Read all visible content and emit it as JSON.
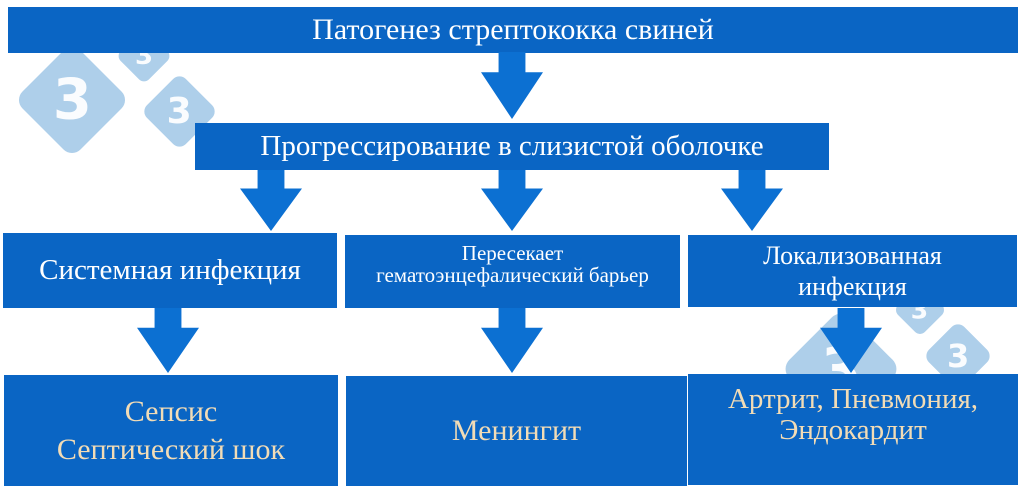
{
  "diagram": {
    "title": "Патогенез стрептококка свиней",
    "level2": "Прогрессирование в слизистой оболочке",
    "mid_left": "Системная инфекция",
    "mid_center_line1": "Пересекает",
    "mid_center_line2": "гематоэнцефалический барьер",
    "mid_right_line1": "Локализованная",
    "mid_right_line2": "инфекция",
    "bottom_left_line1": "Сепсис",
    "bottom_left_line2": "Септический шок",
    "bottom_center": "Менингит",
    "bottom_right_line1": "Артрит, Пневмония,",
    "bottom_right_line2": "Эндокардит"
  },
  "watermark": {
    "glyph": "3",
    "name": "pig333-logo"
  },
  "colors": {
    "box_blue": "#0A65C4",
    "arrow_blue": "#0C70D2",
    "watermark_blue": "#AECFEA",
    "white_text": "#FFFFFF",
    "cream_text": "#F2DCB6"
  }
}
